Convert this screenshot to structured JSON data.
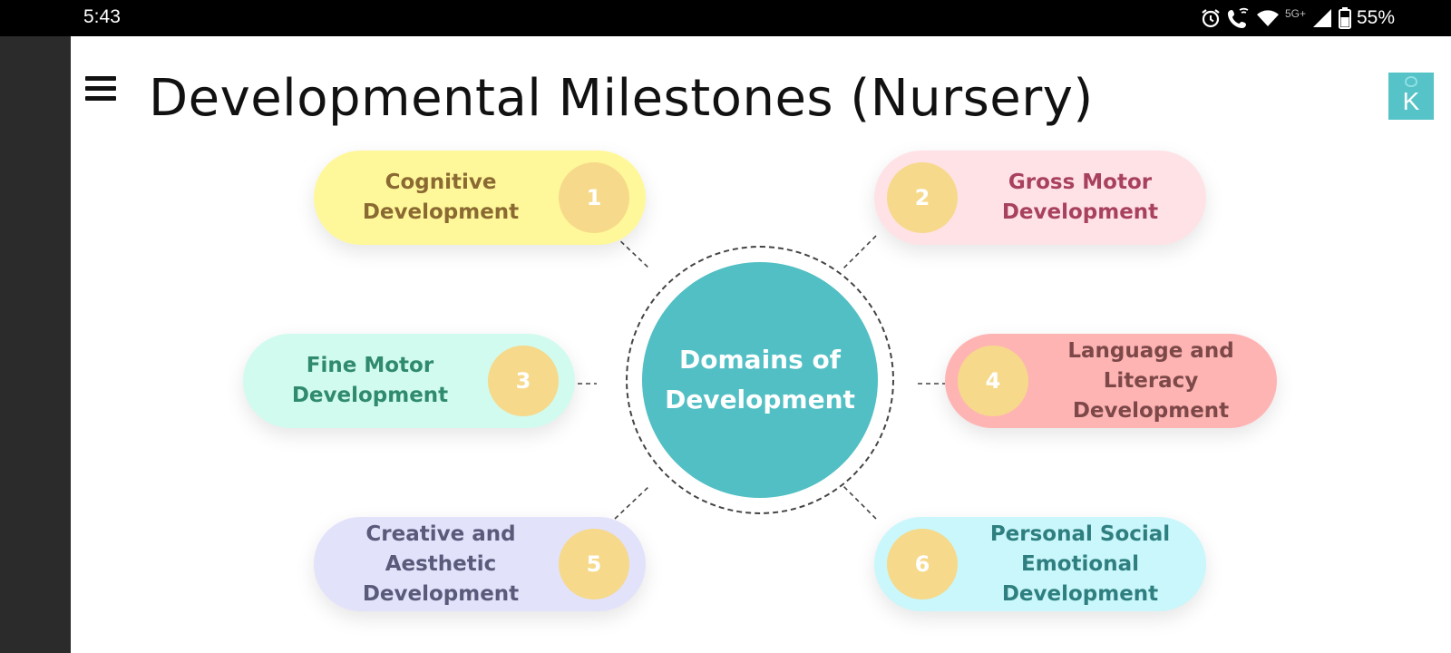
{
  "status_bar": {
    "time": "5:43",
    "network": "5G+",
    "battery": "55%",
    "icons": [
      "alarm-icon",
      "wifi-calling-icon",
      "wifi-icon",
      "signal-icon",
      "battery-icon"
    ]
  },
  "slide": {
    "title": "Developmental Milestones (Nursery)",
    "logo_letter": "K",
    "hub": {
      "line1": "Domains of",
      "line2": "Development",
      "color": "#52bfc4"
    },
    "domains": [
      {
        "number": "1",
        "line1": "Cognitive",
        "line2": "Development",
        "line3": "",
        "bg": "#fff89a",
        "text_color": "#8a6a32"
      },
      {
        "number": "2",
        "line1": "Gross Motor",
        "line2": "Development",
        "line3": "",
        "bg": "#ffe2e6",
        "text_color": "#a8415f"
      },
      {
        "number": "3",
        "line1": "Fine Motor",
        "line2": "Development",
        "line3": "",
        "bg": "#d2fbef",
        "text_color": "#2f8a6e"
      },
      {
        "number": "4",
        "line1": "Language and",
        "line2": "Literacy",
        "line3": "Development",
        "bg": "#ffb4b4",
        "text_color": "#7d4848"
      },
      {
        "number": "5",
        "line1": "Creative and",
        "line2": "Aesthetic",
        "line3": "Development",
        "bg": "#e2e2fb",
        "text_color": "#5a5a7a"
      },
      {
        "number": "6",
        "line1": "Personal Social",
        "line2": "Emotional",
        "line3": "Development",
        "bg": "#c9f7fb",
        "text_color": "#2f7f80"
      }
    ],
    "number_badge_color": "#f6d98a"
  }
}
